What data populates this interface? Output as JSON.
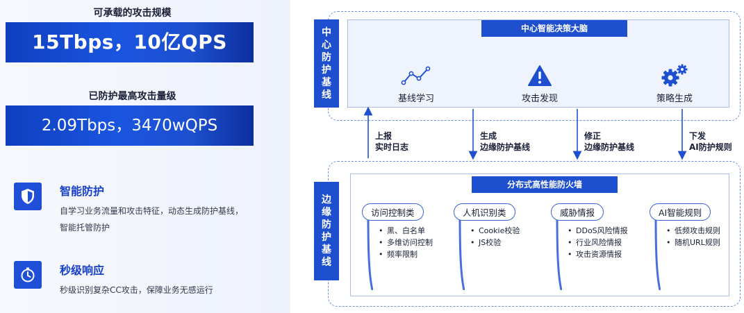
{
  "left": {
    "stat1": {
      "title": "可承载的攻击规模",
      "value": "15Tbps，10亿QPS"
    },
    "stat2": {
      "title": "已防护最高攻击量级",
      "value": "2.09Tbps，3470wQPS"
    },
    "features": [
      {
        "icon": "shield-icon",
        "title": "智能防护",
        "desc": "自学习业务流量和攻击特征，动态生成防护基线，智能托管防护"
      },
      {
        "icon": "stopwatch-icon",
        "title": "秒级响应",
        "desc": "秒级识别复杂CC攻击，保障业务无感运行"
      }
    ]
  },
  "diagram": {
    "center_label": [
      "中",
      "心",
      "防",
      "护",
      "基",
      "线"
    ],
    "edge_label": [
      "边",
      "缘",
      "防",
      "护",
      "基",
      "线"
    ],
    "center_title": "中心智能决策大脑",
    "center_items": [
      {
        "icon": "line-chart-icon",
        "label": "基线学习"
      },
      {
        "icon": "warning-icon",
        "label": "攻击发现"
      },
      {
        "icon": "gears-icon",
        "label": "策略生成"
      }
    ],
    "arrows": [
      {
        "direction": "up",
        "line1": "上报",
        "line2": "实时日志"
      },
      {
        "direction": "down",
        "line1": "生成",
        "line2": "边缘防护基线"
      },
      {
        "direction": "down",
        "line1": "修正",
        "line2": "边缘防护基线"
      },
      {
        "direction": "down",
        "line1": "下发",
        "line2": "AI防护规则"
      }
    ],
    "edge_title": "分布式高性能防火墙",
    "edge_columns": [
      {
        "title": "访问控制类",
        "items": [
          "黑、白名单",
          "多维访问控制",
          "频率限制"
        ]
      },
      {
        "title": "人机识别类",
        "items": [
          "Cookie校验",
          "JS校验"
        ]
      },
      {
        "title": "威胁情报",
        "items": [
          "DDoS风险情报",
          "行业风险情报",
          "攻击资源情报"
        ]
      },
      {
        "title": "AI智能规则",
        "items": [
          "低频攻击规则",
          "随机URL规则"
        ]
      }
    ],
    "colors": {
      "primary": "#1d4fcf",
      "dash": "#6c8fe0",
      "box_fill": "#eef3fd"
    }
  }
}
